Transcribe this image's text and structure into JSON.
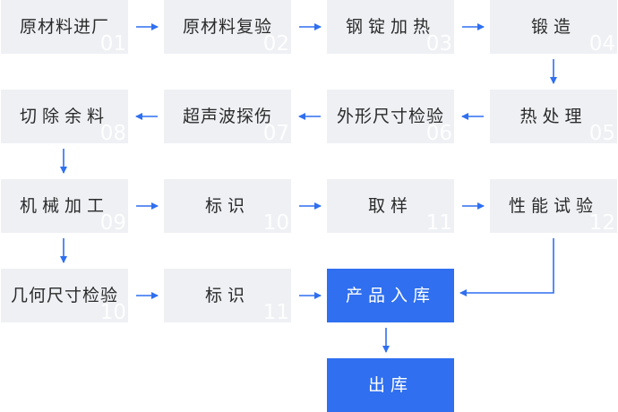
{
  "steps": [
    {
      "id": "raw-material-entry",
      "label": "原材料进厂",
      "num": "01"
    },
    {
      "id": "raw-material-recheck",
      "label": "原材料复验",
      "num": "02"
    },
    {
      "id": "ingot-heating",
      "label": "钢锭加热",
      "num": "03"
    },
    {
      "id": "forging",
      "label": "锻造",
      "num": "04"
    },
    {
      "id": "heat-treatment",
      "label": "热处理",
      "num": "05"
    },
    {
      "id": "shape-size-inspection",
      "label": "外形尺寸检验",
      "num": "06"
    },
    {
      "id": "ultrasonic-flaw-detection",
      "label": "超声波探伤",
      "num": "07"
    },
    {
      "id": "cut-excess-material",
      "label": "切除余料",
      "num": "08"
    },
    {
      "id": "machining",
      "label": "机械加工",
      "num": "09"
    },
    {
      "id": "marking-1",
      "label": "标识",
      "num": "10"
    },
    {
      "id": "sampling",
      "label": "取样",
      "num": "11"
    },
    {
      "id": "performance-test",
      "label": "性能试验",
      "num": "12"
    },
    {
      "id": "geometric-dimension-inspection",
      "label": "几何尺寸检验",
      "num": "10"
    },
    {
      "id": "marking-2",
      "label": "标识",
      "num": "11"
    },
    {
      "id": "product-storage",
      "label": "产品入库",
      "num": ""
    },
    {
      "id": "outbound",
      "label": "出库",
      "num": ""
    }
  ],
  "colors": {
    "box": "#eef0f4",
    "highlight": "#2f6ff0",
    "arrow": "#2f6ff0"
  }
}
